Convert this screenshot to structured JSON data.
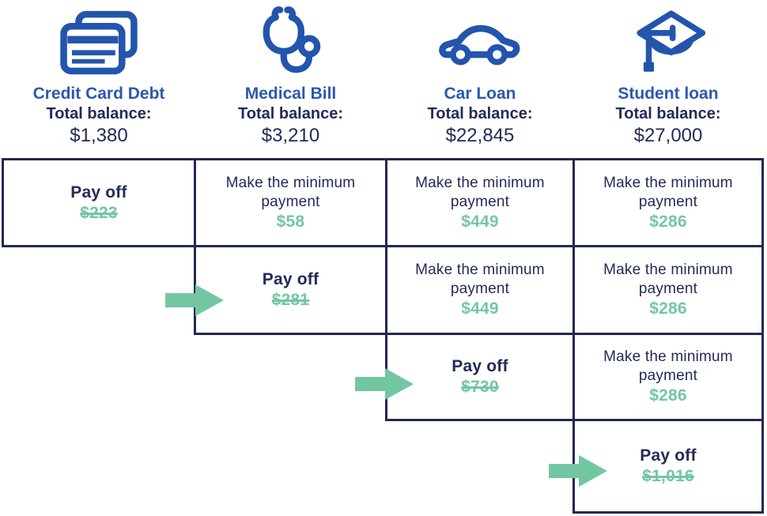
{
  "colors": {
    "blue": "#2B5AAD",
    "navy": "#232B58",
    "border_navy": "#232952",
    "green": "#72C7A2"
  },
  "debts": [
    {
      "icon": "credit-card-icon",
      "title": "Credit Card Debt",
      "balance_label": "Total balance:",
      "balance": "$1,380"
    },
    {
      "icon": "stethoscope-icon",
      "title": "Medical Bill",
      "balance_label": "Total balance:",
      "balance": "$3,210"
    },
    {
      "icon": "car-icon",
      "title": "Car Loan",
      "balance_label": "Total balance:",
      "balance": "$22,845"
    },
    {
      "icon": "graduation-cap-icon",
      "title": "Student loan",
      "balance_label": "Total balance:",
      "balance": "$27,000"
    }
  ],
  "plan": {
    "steps": [
      {
        "cells": [
          {
            "col": 0,
            "label": "Pay off",
            "amount": "$223",
            "strike": true
          },
          {
            "col": 1,
            "label": "Make the minimum payment",
            "amount": "$58",
            "strike": false
          },
          {
            "col": 2,
            "label": "Make the minimum payment",
            "amount": "$449",
            "strike": false
          },
          {
            "col": 3,
            "label": "Make the minimum payment",
            "amount": "$286",
            "strike": false
          }
        ]
      },
      {
        "cells": [
          {
            "col": 1,
            "label": "Pay off",
            "amount": "$281",
            "strike": true
          },
          {
            "col": 2,
            "label": "Make the minimum payment",
            "amount": "$449",
            "strike": false
          },
          {
            "col": 3,
            "label": "Make the minimum payment",
            "amount": "$286",
            "strike": false
          }
        ]
      },
      {
        "cells": [
          {
            "col": 2,
            "label": "Pay off",
            "amount": "$730",
            "strike": true
          },
          {
            "col": 3,
            "label": "Make the minimum payment",
            "amount": "$286",
            "strike": false
          }
        ]
      },
      {
        "cells": [
          {
            "col": 3,
            "label": "Pay off",
            "amount": "$1,016",
            "strike": true
          }
        ]
      }
    ]
  }
}
